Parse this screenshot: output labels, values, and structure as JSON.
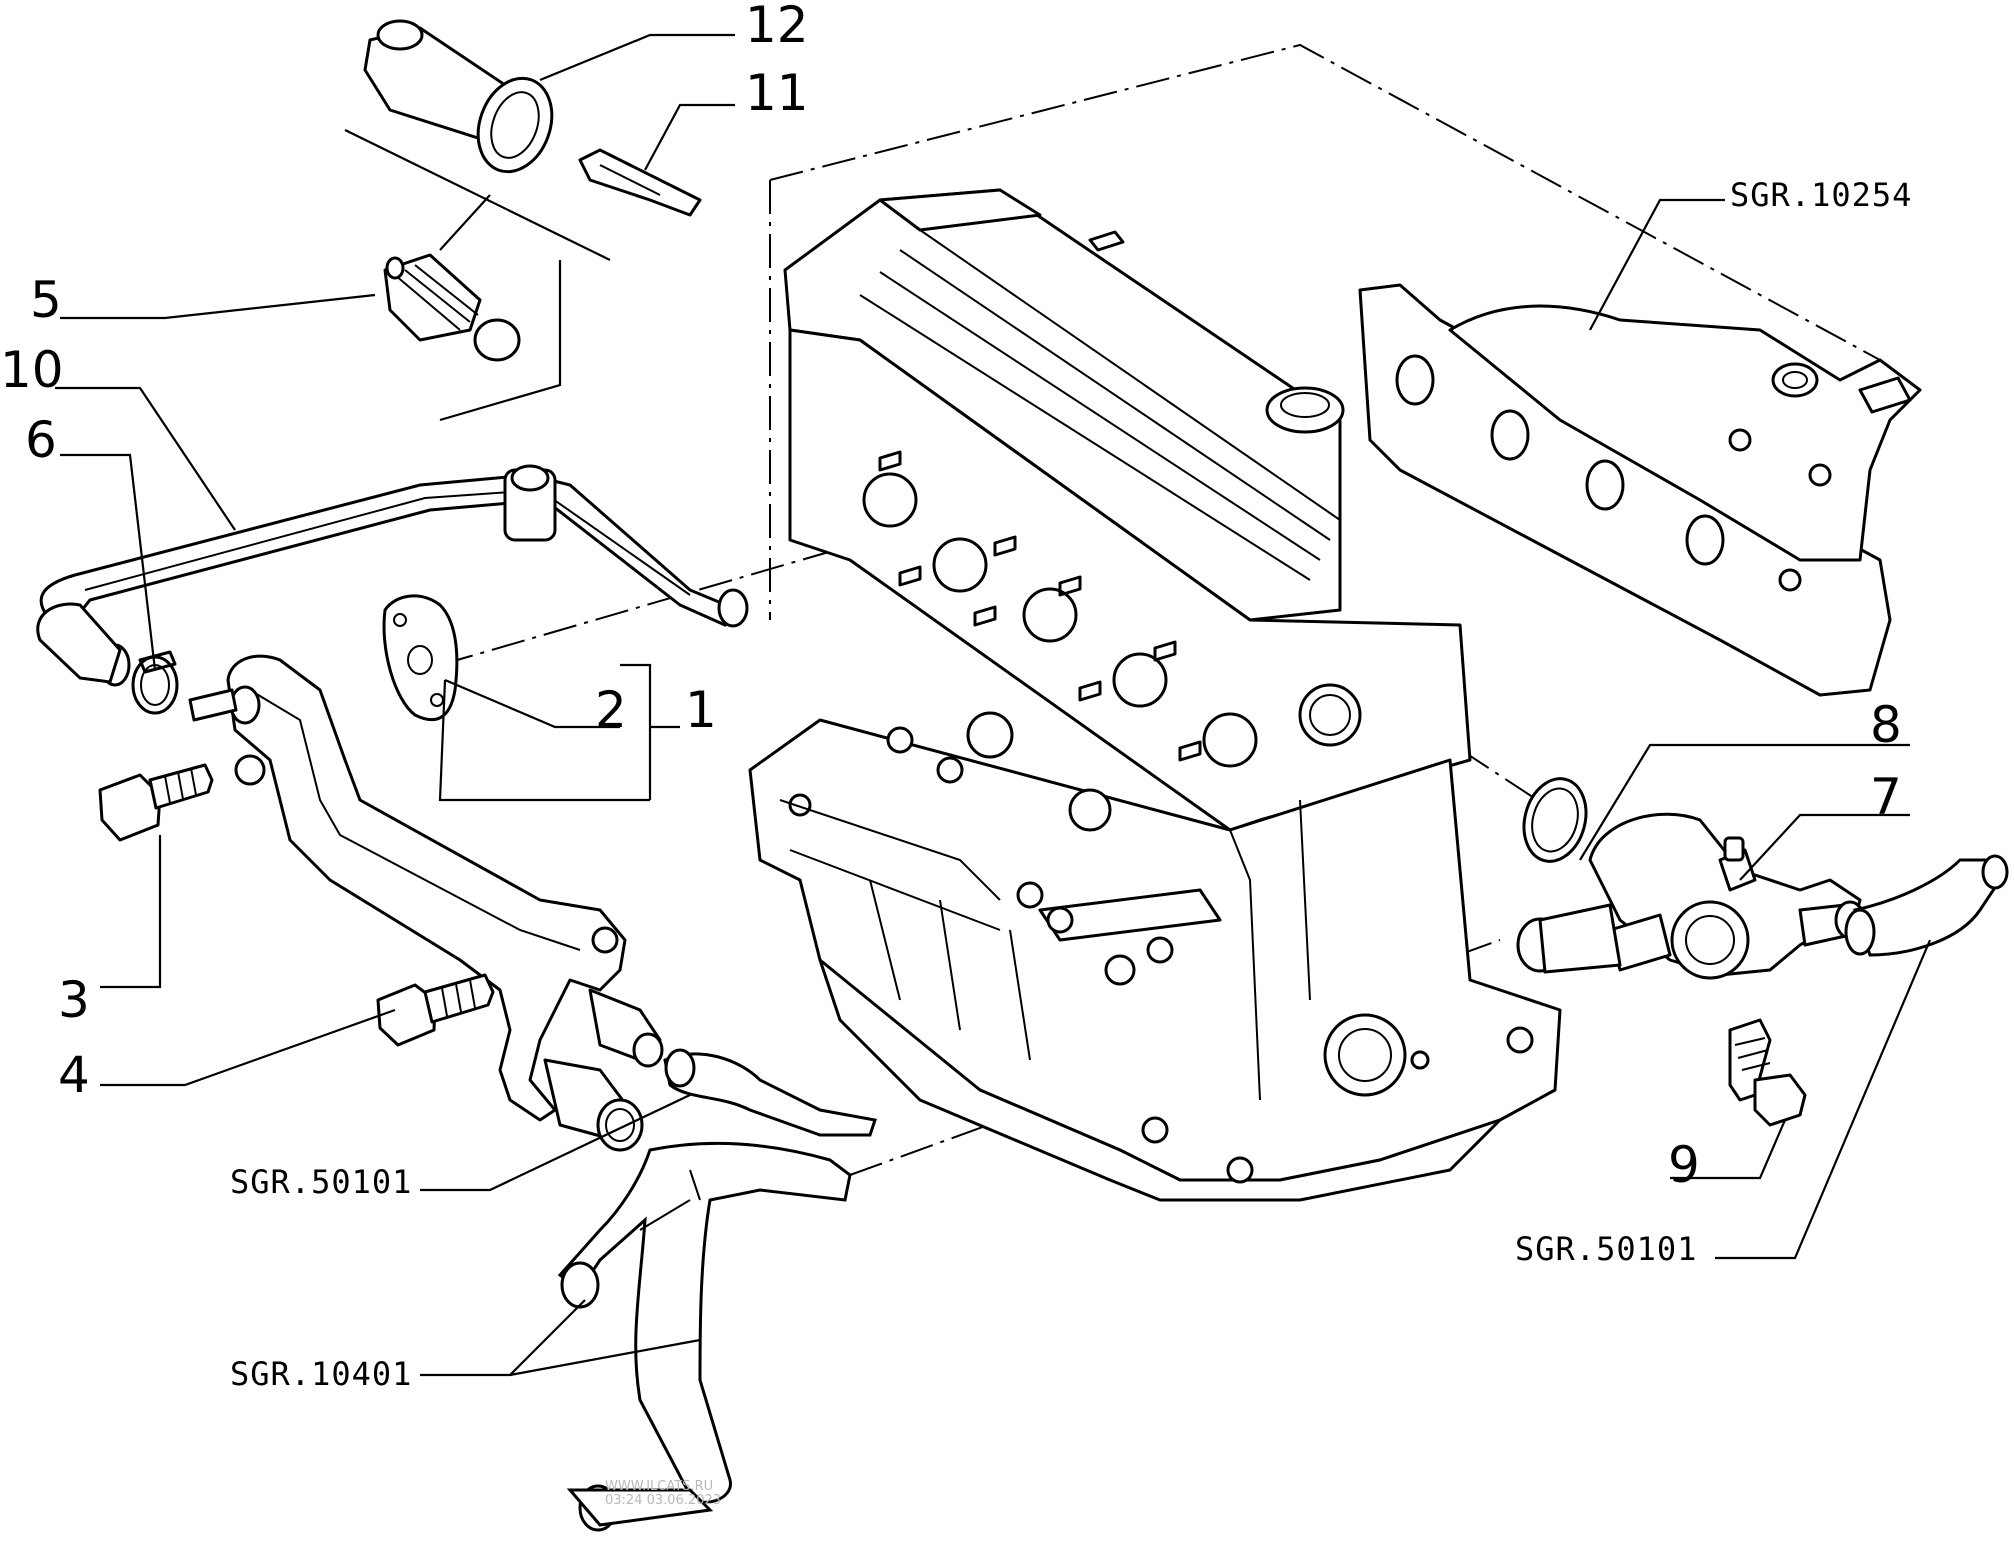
{
  "callouts": {
    "n1": "1",
    "n2": "2",
    "n3": "3",
    "n4": "4",
    "n5": "5",
    "n6": "6",
    "n7": "7",
    "n8": "8",
    "n9": "9",
    "n10": "10",
    "n11": "11",
    "n12": "12"
  },
  "references": {
    "intake_manifold": "SGR.10254",
    "hose_lower_left": "SGR.50101",
    "hose_right": "SGR.50101",
    "radiator_hose": "SGR.10401"
  },
  "watermark": {
    "line1": "WWW.ILCATS.RU",
    "line2": "03:24 03.06.2023"
  }
}
